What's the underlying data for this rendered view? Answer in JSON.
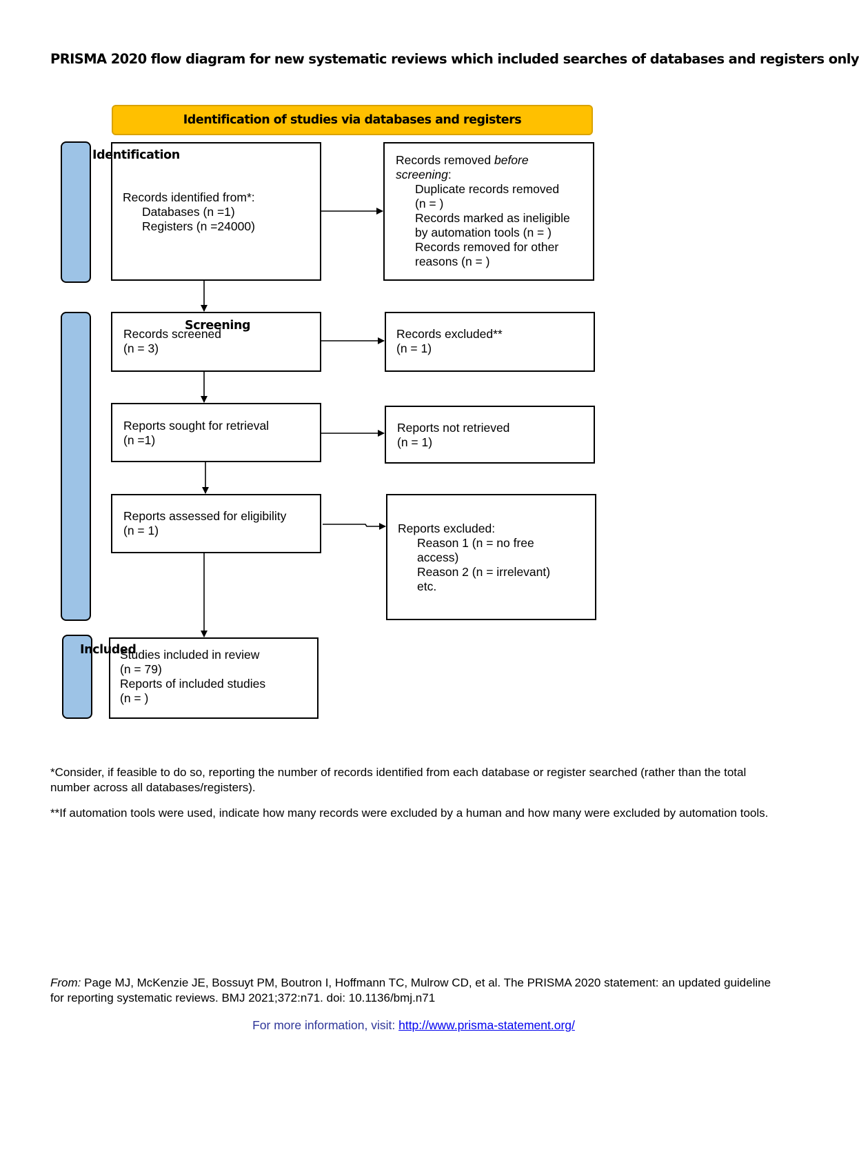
{
  "title": "PRISMA 2020 flow diagram for new systematic reviews which included searches of databases and registers only",
  "banner": "Identification of studies via databases and registers",
  "stages": {
    "identification": "Identification",
    "screening": "Screening",
    "included": "Included"
  },
  "boxes": {
    "identified": {
      "line1": "Records identified from*:",
      "databases": "Databases (n =1)",
      "registers": "Registers (n =24000)"
    },
    "removed": {
      "lead": "Records removed ",
      "lead_italic": "before",
      "lead_italic2": "screening",
      "colon": ":",
      "duplicates": "Duplicate records removed",
      "duplicates_n": "(n = )",
      "ineligible": "Records marked as ineligible",
      "ineligible_n": "by automation tools (n = )",
      "other": "Records removed for other",
      "other_n": "reasons (n = )"
    },
    "screened": {
      "label": "Records screened",
      "n": "(n = 3)"
    },
    "excluded": {
      "label": "Records excluded**",
      "n": "(n = 1)"
    },
    "sought": {
      "label": "Reports sought for retrieval",
      "n": "(n =1)"
    },
    "not_retrieved": {
      "label": "Reports not retrieved",
      "n": "(n = 1)"
    },
    "assessed": {
      "label": "Reports assessed for eligibility",
      "n": "(n = 1)"
    },
    "reports_excluded": {
      "label": "Reports excluded:",
      "reason1": "Reason 1 (n = no free",
      "reason1b": "access)",
      "reason2": "Reason 2 (n = irrelevant)",
      "etc": "etc."
    },
    "included": {
      "studies": "Studies included in review",
      "studies_n": "(n = 79)",
      "reports": "Reports of included studies",
      "reports_n": "(n = )"
    }
  },
  "notes": {
    "note1": "*Consider, if feasible to do so, reporting the number of records identified from each database or register searched (rather than the total number across all databases/registers).",
    "note2": "**If automation tools were used, indicate how many records were excluded by a human and how many were excluded by automation tools."
  },
  "citation": {
    "from": "From:",
    "text": " Page MJ, McKenzie JE, Bossuyt PM, Boutron I, Hoffmann TC, Mulrow CD, et al. The PRISMA 2020 statement: an updated guideline for reporting systematic reviews. BMJ 2021;372:n71. doi: 10.1136/bmj.n71"
  },
  "more_info": {
    "label": "For more information, visit: ",
    "url": "http://www.prisma-statement.org/"
  }
}
